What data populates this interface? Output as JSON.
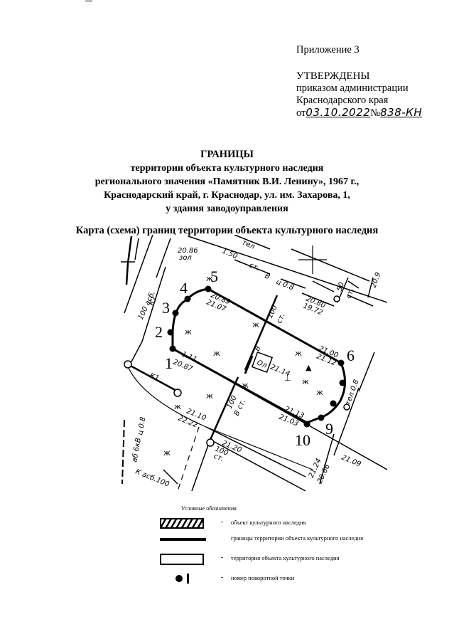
{
  "header": {
    "appendix": "Приложение 3",
    "approved": "УТВЕРЖДЕНЫ",
    "order_line1": "приказом администрации",
    "order_line2": "Краснодарского края",
    "date_prefix": "от",
    "date_value": "03.10.2022",
    "number_prefix": "№",
    "number_value": "838-КН"
  },
  "title": {
    "main": "ГРАНИЦЫ",
    "line1": "территории объекта культурного наследия",
    "line2": "регионального значения «Памятник В.И. Ленину», 1967 г.,",
    "line3": "Краснодарский край, г. Краснодар, ул. им. Захарова, 1,",
    "line4": "у здания заводоуправления"
  },
  "map": {
    "caption": "Карта (схема) границ территории объекта культурного наследия",
    "point_labels": [
      "1",
      "2",
      "3",
      "4",
      "5",
      "6",
      "9",
      "10"
    ],
    "annotations": {
      "a1": "20.86",
      "a2": "зол",
      "a3": "тел",
      "a4": "1.50",
      "a5": "ст.",
      "a6": "В",
      "a7": "ц 0.8",
      "a8": "20.80",
      "a9": "19.72",
      "a10": "50",
      "a11": "ст.",
      "a12": "20.9",
      "a13": "20.89",
      "a14": "21.07",
      "a15": "100 асб.",
      "a16": "К1",
      "a17": "1.11",
      "a18": "20.87",
      "a19": "100",
      "a20": "ст.",
      "a21": "21.14",
      "a22": "21.00",
      "a23": "21.12",
      "a24": "21.13",
      "a25": "21.03",
      "a26": "21.10",
      "a27": "22.22",
      "a28": "100",
      "a29": "В ст.",
      "a30": "21.20",
      "a31": "100",
      "a32": "ст.",
      "a33": "21.24",
      "a34": "20.66",
      "a35": "21.09",
      "a36": "тел 0.8",
      "a37": "ц 0.8",
      "a38": "аб 6кВ",
      "a39": "К асб.100",
      "a40": "К1",
      "a41": "Ол",
      "a42": "В"
    }
  },
  "legend": {
    "title": "Условные обозначения",
    "items": [
      {
        "symbol": "hatched-rect",
        "dash": "-",
        "text": "объект культурного наследия"
      },
      {
        "symbol": "thick-line",
        "dash": "",
        "text": "границы территории объекта культурного наследия"
      },
      {
        "symbol": "hollow-rect",
        "dash": "-",
        "text": "территория объекта культурного наследия"
      },
      {
        "symbol": "dot-number",
        "dash": "-",
        "text": "номер поворотной точки"
      }
    ]
  }
}
